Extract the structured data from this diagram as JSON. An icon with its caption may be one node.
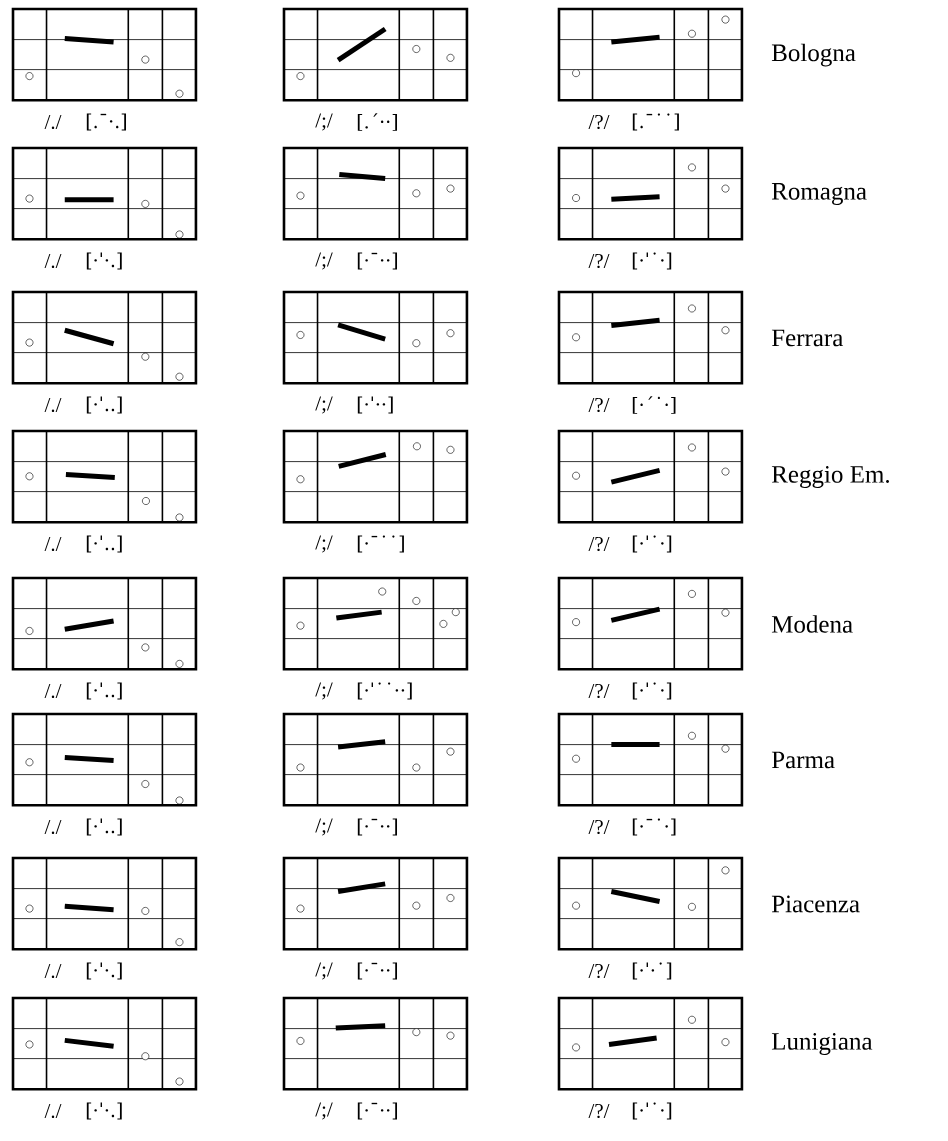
{
  "diagram": {
    "labels": [
      "/./",
      "[.ˉ·.]",
      "/;/",
      "[.ˊ··]",
      "/?/",
      "[.ˉ˙˙]",
      "Bologna",
      "/./",
      "[·ˈ·.]",
      "/;/",
      "[·ˉ··]",
      "/?/",
      "[·ˈ˙·]",
      "Romagna",
      "/./",
      "[·ˈ..]",
      "/;/",
      "[·ˈ··]",
      "/?/",
      "[·ˊ˙·]",
      "Ferrara",
      "/./",
      "[·ˈ..]",
      "/;/",
      "[·ˉ˙˙]",
      "/?/",
      "[·ˈ˙·]",
      "Reggio Em.",
      "/./",
      "[·ˈ..]",
      "/;/",
      "[·ˈ˙˙··]",
      "/?/",
      "[·ˈ˙·]",
      "Modena",
      "/./",
      "[·ˈ..]",
      "/;/",
      "[·ˉ··]",
      "/?/",
      "[·ˉ˙·]",
      "Parma",
      "/./",
      "[·ˈ·.]",
      "/;/",
      "[·ˉ··]",
      "/?/",
      "[·ˈ·˙]",
      "Piacenza",
      "/./",
      "[·ˈ·.]",
      "/;/",
      "[·ˉ··]",
      "/?/",
      "[·ˈ˙·]",
      "Lunigiana"
    ]
  }
}
